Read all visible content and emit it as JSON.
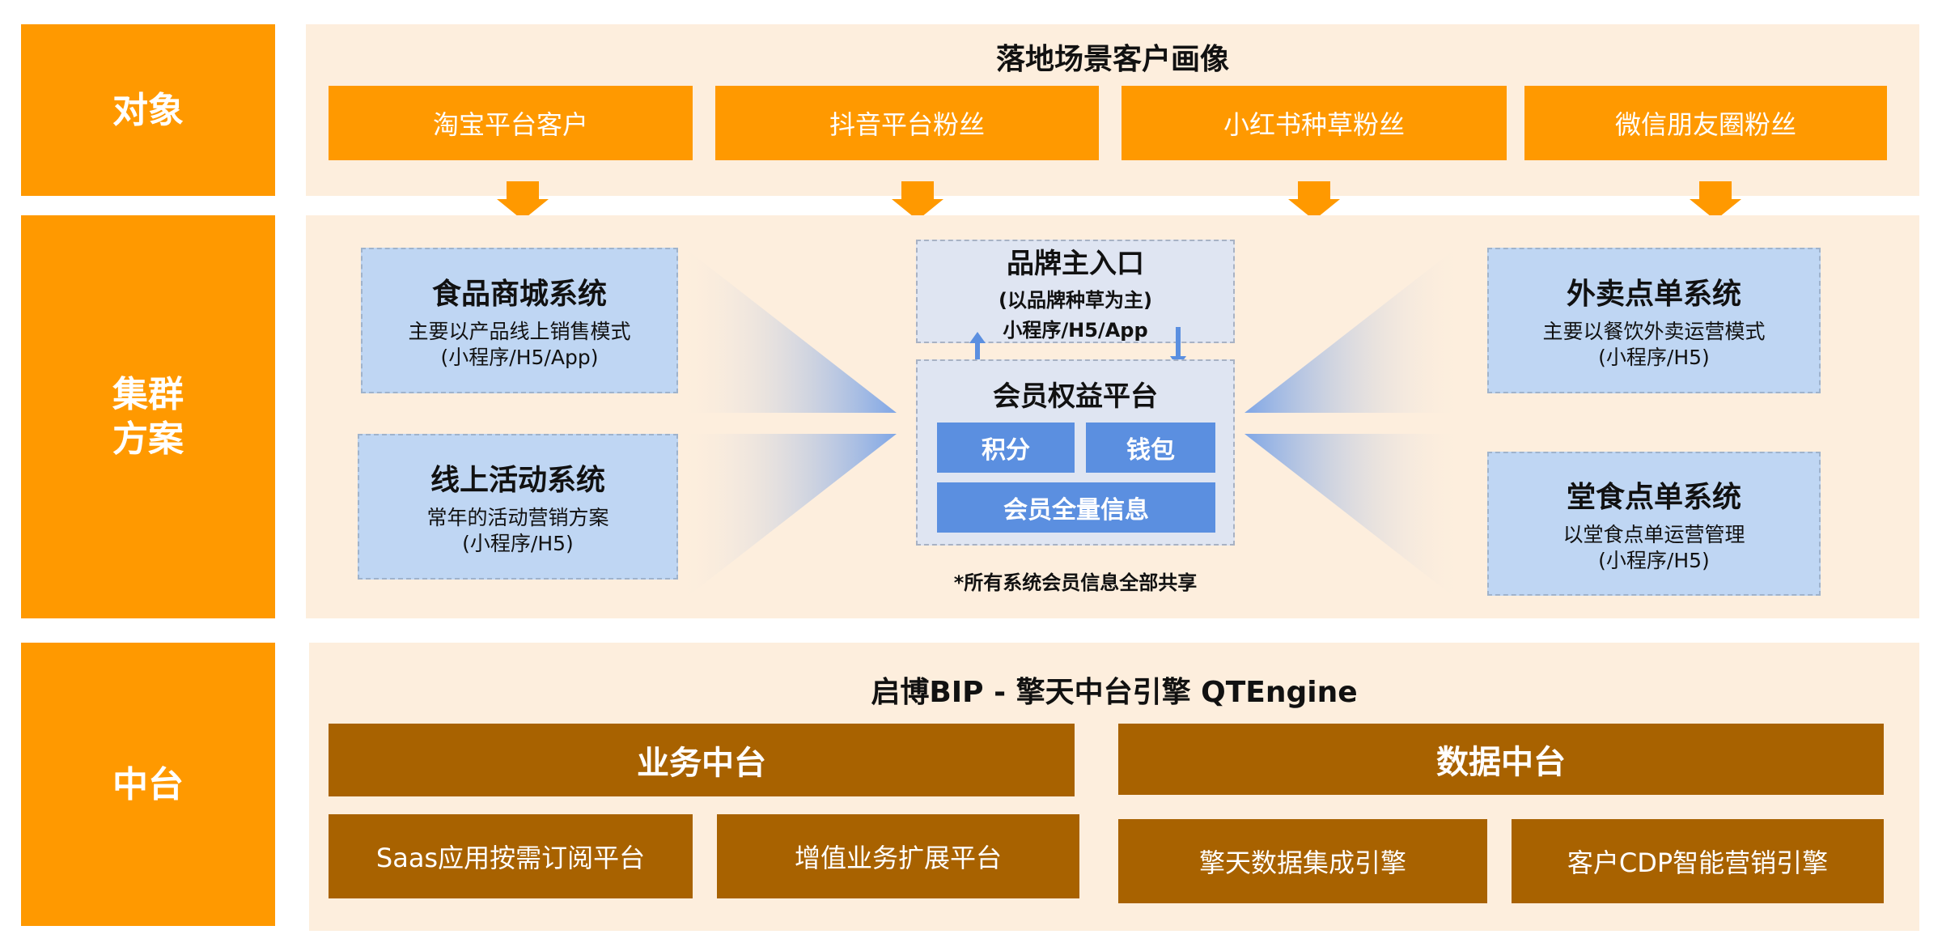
{
  "rows": {
    "object": "对象",
    "cluster_line1": "集群",
    "cluster_line2": "方案",
    "middle": "中台"
  },
  "top": {
    "title": "落地场景客户画像",
    "boxes": [
      "淘宝平台客户",
      "抖音平台粉丝",
      "小红书种草粉丝",
      "微信朋友圈粉丝"
    ]
  },
  "cluster": {
    "food_mall": {
      "title": "食品商城系统",
      "desc1": "主要以产品线上销售模式",
      "desc2": "(小程序/H5/App)"
    },
    "online_activity": {
      "title": "线上活动系统",
      "desc1": "常年的活动营销方案",
      "desc2": "(小程序/H5)"
    },
    "brand_entry": {
      "title": "品牌主入口",
      "sub1": "(以品牌种草为主)",
      "sub2": "小程序/H5/App"
    },
    "member_platform": {
      "title": "会员权益平台",
      "points": "积分",
      "wallet": "钱包",
      "full_info": "会员全量信息"
    },
    "note": "*所有系统会员信息全部共享",
    "takeout": {
      "title": "外卖点单系统",
      "desc1": "主要以餐饮外卖运营模式",
      "desc2": "(小程序/H5)"
    },
    "dinein": {
      "title": "堂食点单系统",
      "desc1": "以堂食点单运营管理",
      "desc2": "(小程序/H5)"
    }
  },
  "middle_platform": {
    "title": "启博BIP - 擎天中台引擎 QTEngine",
    "business": "业务中台",
    "data": "数据中台",
    "saas": "Saas应用按需订阅平台",
    "value_added": "增值业务扩展平台",
    "integration": "擎天数据集成引擎",
    "cdp": "客户CDP智能营销引擎"
  },
  "colors": {
    "orange": "#ff9900",
    "panel": "#fdeedd",
    "system_blue": "#bfd6f3",
    "button_blue": "#5b8fe0",
    "brown": "#a86200"
  }
}
